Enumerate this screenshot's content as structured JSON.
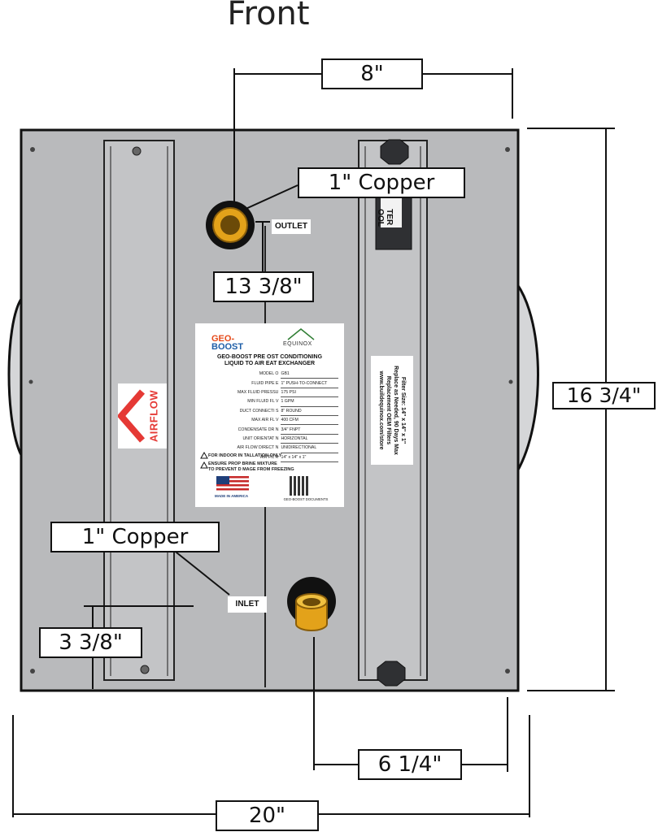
{
  "view_title": "Front",
  "dimensions": {
    "top_port_offset": "8\"",
    "outlet_copper": "1\" Copper",
    "outlet_height": "13 3/8\"",
    "total_height": "16 3/4\"",
    "inlet_copper": "1\" Copper",
    "inlet_height": "3 3/8\"",
    "bottom_port_offset": "6 1/4\"",
    "total_width": "20\""
  },
  "port_labels": {
    "outlet": "OUTLET",
    "inlet": "INLET"
  },
  "airflow_label": "AIRFLOW",
  "tool_label": "TER\nOOL",
  "spec_label": {
    "brand_top": "GEO-",
    "brand_bottom": "BOOST",
    "partner": "EQUINOX",
    "heading_line1": "GEO-BOOST PRE  OST CONDITIONING",
    "heading_line2": "LIQUID TO AIR  EAT EXCHANGER",
    "rows": [
      {
        "key": "MODEL  O",
        "value": "GB1"
      },
      {
        "key": "FLUID PIPE  E",
        "value": "1\" PUSH-TO-CONNECT"
      },
      {
        "key": "MAX FLUID PRESSU",
        "value": "175 PSI"
      },
      {
        "key": "MIN FLUID FL  V",
        "value": "1 GPM"
      },
      {
        "key": "DUCT CONNECTI  S",
        "value": "8\" ROUND"
      },
      {
        "key": "MAX AIR FL  V",
        "value": "400 CFM"
      },
      {
        "key": "CONDENSATE DR  N",
        "value": "3/4\" FNPT"
      },
      {
        "key": "UNIT ORIENTAT  N",
        "value": "HORIZONTAL"
      },
      {
        "key": "AIR FLOW DIRECT  N",
        "value": "UNIDIRECTIONAL"
      },
      {
        "key": "AIR FIL  R",
        "value": "14\" x 14\" x 1\""
      }
    ],
    "warning1": "FOR INDOOR IN  TALLATION ONLY",
    "warning2_line1": "ENSURE PROP  BRINE MIXTURE",
    "warning2_line2": "TO PREVENT D  MAGE FROM FREEZING",
    "made_in": "MADE IN AMERICA",
    "docs": "GEO-BOOST DOCUMENTS"
  },
  "filter_label": {
    "line1": "Filter Size: 14\" x 14\" x 1\"",
    "line2": "Replace as Needed, 90 Days Max",
    "line3": "Replacement OEM Filters",
    "line4": "www.buildequinox.com/store"
  },
  "colors": {
    "body_fill": "#b9babc",
    "copper": "#e3a21a",
    "airflow_red": "#e53935"
  }
}
